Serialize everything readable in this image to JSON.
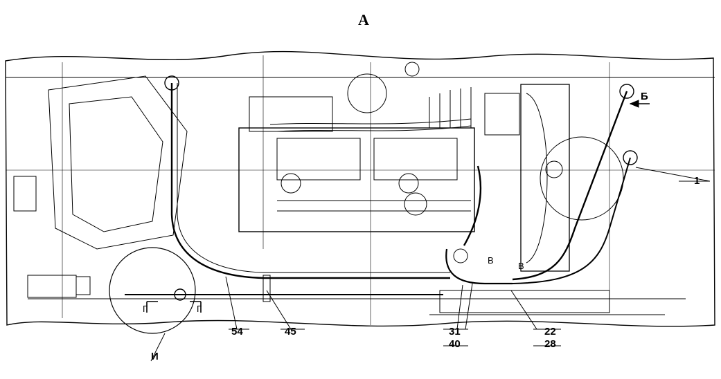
{
  "view": {
    "title": "А",
    "arrow_label": "Б",
    "circle_label": "И",
    "section_left": "Г",
    "section_right": "Г",
    "section_mid_left": "В",
    "section_mid_right": "В"
  },
  "callouts": [
    {
      "id": "1",
      "label": "1"
    },
    {
      "id": "54",
      "label": "54"
    },
    {
      "id": "45",
      "label": "45"
    },
    {
      "id": "31",
      "label": "31"
    },
    {
      "id": "40",
      "label": "40"
    },
    {
      "id": "22",
      "label": "22"
    },
    {
      "id": "28",
      "label": "28"
    }
  ]
}
